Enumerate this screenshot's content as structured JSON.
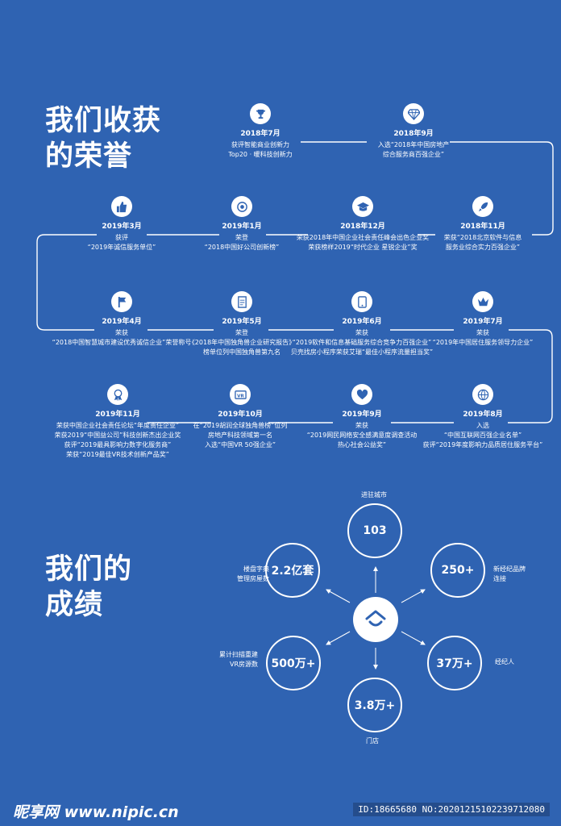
{
  "honors": {
    "title_line1": "我们收获",
    "title_line2": "的荣誉",
    "items": [
      {
        "icon": "trophy-icon",
        "date": "2018年7月",
        "lines": [
          "获评智能商业创新力",
          "Top20 · 暖科技创新力"
        ]
      },
      {
        "icon": "diamond-icon",
        "date": "2018年9月",
        "lines": [
          "入选“2018年中国房地产",
          "综合服务商百强企业”"
        ]
      },
      {
        "icon": "thumbs-up-icon",
        "date": "2019年3月",
        "lines": [
          "获评",
          "“2019年诚信服务单位”"
        ]
      },
      {
        "icon": "medal-icon",
        "date": "2019年1月",
        "lines": [
          "荣登",
          "“2018中国好公司创新榜”"
        ]
      },
      {
        "icon": "graduation-cap-icon",
        "date": "2018年12月",
        "lines": [
          "荣获2018年中国企业社会责任峰会出色企业奖",
          "荣获榜样2019“时代企业 星锐企业”奖"
        ]
      },
      {
        "icon": "rocket-icon",
        "date": "2018年11月",
        "lines": [
          "荣获“2018北京软件与信息",
          "服务业综合实力百强企业”"
        ]
      },
      {
        "icon": "flag-icon",
        "date": "2019年4月",
        "lines": [
          "荣获",
          "“2018中国智慧城市建设优秀诚信企业”荣誉称号"
        ]
      },
      {
        "icon": "report-icon",
        "date": "2019年5月",
        "lines": [
          "荣登",
          "《2018年中国独角兽企业研究报告》",
          "榜单位列中国独角兽第九名"
        ]
      },
      {
        "icon": "tablet-icon",
        "date": "2019年6月",
        "lines": [
          "荣获",
          "“2019软件和信息基础服务综合竞争力百强企业”",
          "贝壳找房小程序荣获艾瑞“最佳小程序流量担当奖”"
        ]
      },
      {
        "icon": "crown-icon",
        "date": "2019年7月",
        "lines": [
          "荣获",
          "“2019年中国居住服务领导力企业”"
        ]
      },
      {
        "icon": "award-ribbon-icon",
        "date": "2019年11月",
        "lines": [
          "荣获中国企业社会责任论坛“年度责任企业”",
          "荣获2019“中国益公司”科技创新杰出企业奖",
          "获评“2019最具影响力数字化服务商”",
          "荣获“2019最佳VR技术创新产品奖”"
        ]
      },
      {
        "icon": "vr-icon",
        "date": "2019年10月",
        "lines": [
          "在“2019胡润全球独角兽榜”位列",
          "房地产科技领域第一名",
          "入选“中国VR 50强企业”"
        ]
      },
      {
        "icon": "heart-hands-icon",
        "date": "2019年9月",
        "lines": [
          "荣获",
          "“2019网民网络安全感满意度调查活动",
          "热心社会公益奖”"
        ]
      },
      {
        "icon": "globe-icon",
        "date": "2019年8月",
        "lines": [
          "入选",
          "“中国互联网百强企业名单”",
          "获评“2019年度影响力品质居住服务平台”"
        ]
      }
    ]
  },
  "achievements": {
    "title_line1": "我们的",
    "title_line2": "成绩",
    "stats": [
      {
        "value": "103",
        "caption": [
          "进驻城市"
        ]
      },
      {
        "value": "250+",
        "caption": [
          "新经纪品牌",
          "连接"
        ]
      },
      {
        "value": "37万+",
        "caption": [
          "经纪人"
        ]
      },
      {
        "value": "3.8万+",
        "caption": [
          "门店"
        ]
      },
      {
        "value": "500万+",
        "caption": [
          "累计扫描重建",
          "VR房源数"
        ]
      },
      {
        "value": "2.2亿套",
        "caption": [
          "楼盘字典",
          "管理房屋数"
        ]
      }
    ],
    "center_icon": "house-logo-icon"
  },
  "watermark": {
    "left": "昵享网 www.nipic.cn",
    "right": "ID:18665680 NO:20201215102239712080"
  },
  "colors": {
    "background": "#2f63b2",
    "foreground": "#ffffff",
    "icon": "#2f63b2"
  }
}
